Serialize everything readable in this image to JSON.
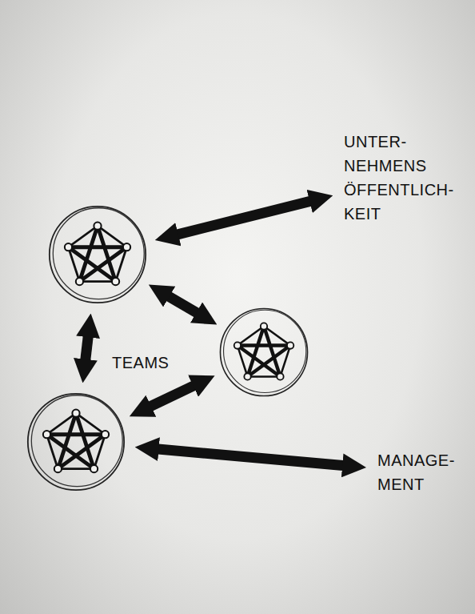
{
  "diagram": {
    "nodes": [
      {
        "text": [
          "UNTER-NEHMENS ÖFFENTLICH-KEIT"
        ]
      },
      {
        "text": []
      },
      {
        "text": []
      },
      {
        "text": []
      },
      {
        "text": [
          "MANAGE-MENT"
        ]
      }
    ],
    "edges": [
      {
        "from": 1,
        "to": 2,
        "arrow": "both"
      },
      {
        "from": 1,
        "to": 3,
        "arrow": "both"
      },
      {
        "from": 3,
        "to": 2,
        "arrow": "both"
      },
      {
        "from": 1,
        "to": 0,
        "arrow": "both"
      },
      {
        "from": 3,
        "to": 4,
        "arrow": "both"
      }
    ],
    "labels": [
      "TEAMS"
    ]
  }
}
